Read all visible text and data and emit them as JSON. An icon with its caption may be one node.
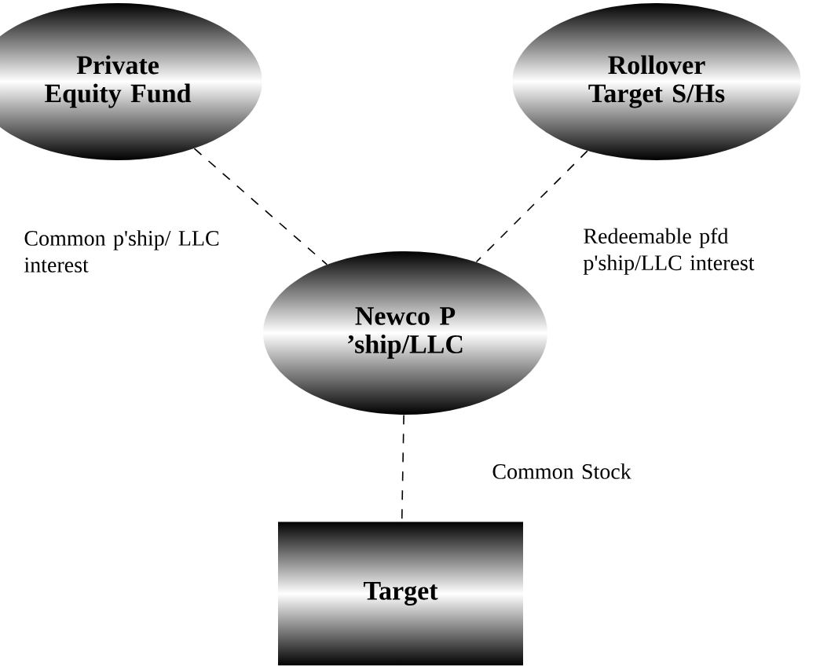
{
  "diagram": {
    "nodes": [
      {
        "text": [
          "Private Equity Fund"
        ]
      },
      {
        "text": [
          "Rollover Target S/Hs"
        ]
      },
      {
        "text": [
          "Newco P ’ship/LLC"
        ]
      },
      {
        "text": [
          "Target"
        ]
      }
    ],
    "edges": [
      {
        "from": 0,
        "to": 2,
        "arrow": "none",
        "style": "dashed",
        "label": "Common p'ship/ LLC interest"
      },
      {
        "from": 1,
        "to": 2,
        "arrow": "none",
        "style": "dashed",
        "label": "Redeemable pfd p'ship/LLC interest"
      },
      {
        "from": 2,
        "to": 3,
        "arrow": "none",
        "style": "dashed",
        "label": "Common Stock"
      }
    ]
  }
}
